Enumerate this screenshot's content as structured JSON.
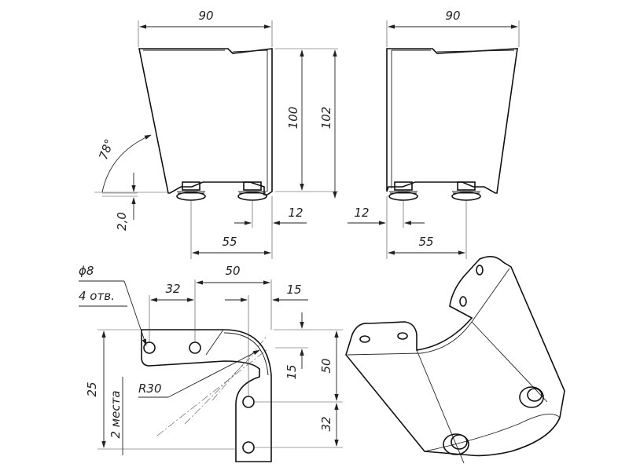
{
  "front_view": {
    "width": "90",
    "height_inner": "100",
    "height_outer": "102",
    "angle": "78°",
    "thickness": "2,0",
    "offset_small": "12",
    "offset_large": "55"
  },
  "side_view": {
    "width": "90",
    "offset_small": "12",
    "offset_large": "55"
  },
  "flat_pattern": {
    "hole_dia": "ϕ8",
    "hole_count": "4 отв.",
    "dim_32_top": "32",
    "dim_50_top": "50",
    "dim_15_top": "15",
    "dim_15_side": "15",
    "dim_50_side": "50",
    "dim_32_side": "32",
    "dim_25": "25",
    "radius": "R30",
    "radius_note": "2 места"
  }
}
